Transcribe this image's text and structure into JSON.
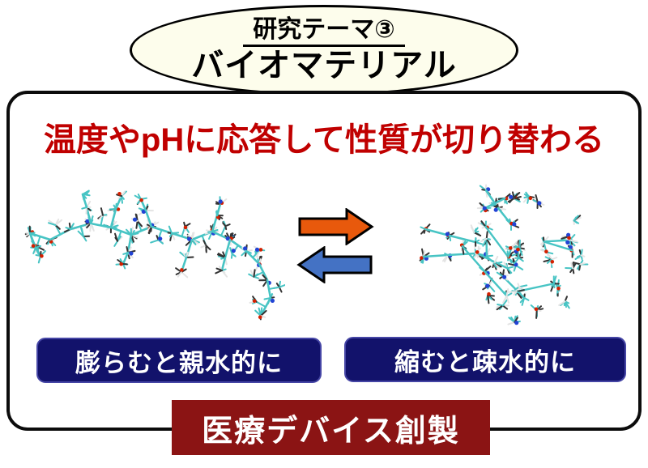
{
  "banner": {
    "subtitle": "研究テーマ③",
    "title": "バイオマテリアル"
  },
  "headline": "温度やpHに応答して性質が切り替わる",
  "labels": {
    "left": "膨らむと親水的に",
    "right": "縮むと疎水的に",
    "bottom": "医療デバイス創製"
  },
  "arrows": {
    "forward_color": "#e8590c",
    "backward_color": "#4472c4",
    "outline": "#000000"
  },
  "colors": {
    "headline": "#c00000",
    "banner_fill": "#fdfdec",
    "panel_border": "#0c0c0c",
    "label_bg": "#12126b",
    "bottom_bg": "#8b1414"
  },
  "molecules": {
    "atom_colors": {
      "carbon": "#47c4c4",
      "hydrogen": "#e4e4e4",
      "dark": "#333333",
      "oxygen": "#d42000",
      "nitrogen": "#2143d4"
    },
    "left_form": "extended-chain",
    "right_form": "collapsed-globule"
  }
}
